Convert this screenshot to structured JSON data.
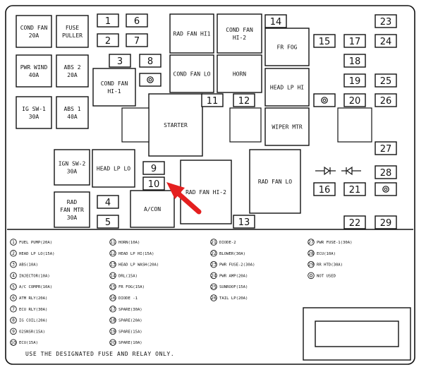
{
  "relays": {
    "cond_fan_20a": [
      "COND FAN",
      "20A"
    ],
    "fuse_puller": [
      "FUSE",
      "PULLER"
    ],
    "pwr_wind": [
      "PWR WIND",
      "40A"
    ],
    "abs2": [
      "ABS 2",
      "20A"
    ],
    "ig_sw1": [
      "IG SW-1",
      "30A"
    ],
    "abs1": [
      "ABS 1",
      "40A"
    ],
    "cond_fan_hi1": [
      "COND FAN",
      "HI-1"
    ],
    "rad_fan_hi1": [
      "RAD FAN HI1"
    ],
    "cond_fan_hi2": [
      "COND FAN",
      "HI-2"
    ],
    "fr_fog": [
      "FR FOG"
    ],
    "cond_fan_lo": [
      "COND FAN LO"
    ],
    "horn": [
      "HORN"
    ],
    "head_lp_hi": [
      "HEAD LP HI"
    ],
    "starter": [
      "STARTER"
    ],
    "wiper_mtr": [
      "WIPER MTR"
    ],
    "ign_sw2": [
      "IGN SW-2",
      "30A"
    ],
    "head_lp_lo": [
      "HEAD LP LO"
    ],
    "rad_fan_hi2": [
      "RAD FAN HI-2"
    ],
    "rad_fan_lo": [
      "RAD FAN LO"
    ],
    "rad_fan_mtr": [
      "RAD",
      "FAN MTR",
      "30A"
    ],
    "acon": [
      "A/CON"
    ]
  },
  "fuses": {
    "f1": "1",
    "f2": "2",
    "f3": "3",
    "f4": "4",
    "f5": "5",
    "f6": "6",
    "f7": "7",
    "f8": "8",
    "f9": "9",
    "f10": "10",
    "f11": "11",
    "f12": "12",
    "f13": "13",
    "f14": "14",
    "f15": "15",
    "f16": "16",
    "f17": "17",
    "f18": "18",
    "f19": "19",
    "f20": "20",
    "f21": "21",
    "f22": "22",
    "f23": "23",
    "f24": "24",
    "f25": "25",
    "f26": "26",
    "f27": "27",
    "f28": "28",
    "f29": "29"
  },
  "legend": [
    {
      "n": "1",
      "text": "FUEL PUMP(20A)"
    },
    {
      "n": "2",
      "text": "HEAD LP LO(15A)"
    },
    {
      "n": "3",
      "text": "ABS(10A)"
    },
    {
      "n": "4",
      "text": "INJECTOR(10A)"
    },
    {
      "n": "5",
      "text": "A/C COMPR(10A)"
    },
    {
      "n": "6",
      "text": "ATM RLY(20A)"
    },
    {
      "n": "7",
      "text": "ECU RLY(30A)"
    },
    {
      "n": "8",
      "text": "IG COIL(20A)"
    },
    {
      "n": "9",
      "text": "O2SNSR(15A)"
    },
    {
      "n": "10",
      "text": "ECU(15A)"
    },
    {
      "n": "11",
      "text": "HORN(10A)"
    },
    {
      "n": "12",
      "text": "HEAD LP HI(15A)"
    },
    {
      "n": "13",
      "text": "HEAD LP WASH(20A)"
    },
    {
      "n": "14",
      "text": "DRL(15A)"
    },
    {
      "n": "15",
      "text": "FR FOG(15A)"
    },
    {
      "n": "16",
      "text": "DIODE -1"
    },
    {
      "n": "17",
      "text": "SPARE(30A)"
    },
    {
      "n": "18",
      "text": "SPARE(20A)"
    },
    {
      "n": "19",
      "text": "SPARE(15A)"
    },
    {
      "n": "20",
      "text": "SPARE(10A)"
    },
    {
      "n": "21",
      "text": "DIODE-2"
    },
    {
      "n": "22",
      "text": "BLOWER(30A)"
    },
    {
      "n": "23",
      "text": "PWR FUSE-2(30A)"
    },
    {
      "n": "24",
      "text": "PWR AMP(20A)"
    },
    {
      "n": "25",
      "text": "SUNROOF(15A)"
    },
    {
      "n": "26",
      "text": "TAIL LP(20A)"
    },
    {
      "n": "27",
      "text": "PWR FUSE-1(30A)"
    },
    {
      "n": "28",
      "text": "ECU(10A)"
    },
    {
      "n": "29",
      "text": "RR HTD(30A)"
    },
    {
      "n": "◎",
      "text": "NOT USED"
    }
  ],
  "footer": "USE THE DESIGNATED FUSE AND RELAY ONLY.",
  "colors": {
    "arrow": "#e41f1f",
    "line": "#111111"
  },
  "icons": [
    "not-used-socket-icon",
    "diode-icon",
    "pointer-arrow-icon"
  ]
}
